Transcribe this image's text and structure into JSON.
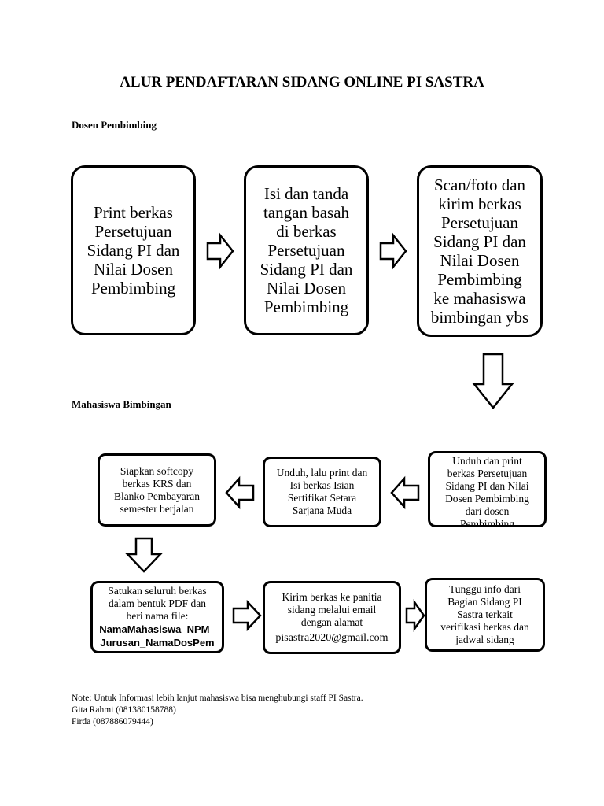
{
  "title": "ALUR PENDAFTARAN SIDANG ONLINE PI SASTRA",
  "sections": {
    "dosen": "Dosen Pembimbing",
    "mahasiswa": "Mahasiswa Bimbingan"
  },
  "steps": {
    "d1": [
      "Print berkas",
      "Persetujuan",
      "Sidang PI dan",
      "Nilai Dosen",
      "Pembimbing"
    ],
    "d2": [
      "Isi dan tanda",
      "tangan basah",
      "di berkas",
      "Persetujuan",
      "Sidang PI dan",
      "Nilai Dosen",
      "Pembimbing"
    ],
    "d3": [
      "Scan/foto dan",
      "kirim berkas",
      "Persetujuan",
      "Sidang PI dan",
      "Nilai Dosen",
      "Pembimbing",
      "ke mahasiswa",
      "bimbingan ybs"
    ],
    "m1": [
      "Unduh dan print",
      "berkas Persetujuan",
      "Sidang PI dan Nilai",
      "Dosen Pembimbing",
      "dari dosen",
      "Pembimbing"
    ],
    "m2": [
      "Unduh, lalu print dan",
      "Isi berkas Isian",
      "Sertifikat Setara",
      "Sarjana Muda"
    ],
    "m3": [
      "Siapkan softcopy",
      "berkas KRS dan",
      "Blanko Pembayaran",
      "semester berjalan"
    ],
    "m4": [
      "Satukan seluruh berkas",
      "dalam bentuk PDF dan",
      "beri nama file:"
    ],
    "m4_filename": [
      "NamaMahasiswa_NPM_",
      "Jurusan_NamaDosPem"
    ],
    "m5": [
      "Kirim berkas ke panitia",
      "sidang melalui email",
      "dengan alamat"
    ],
    "m5_email": "pisastra2020@gmail.com",
    "m6": [
      "Tunggu info dari",
      "Bagian Sidang PI",
      "Sastra terkait",
      "verifikasi berkas dan",
      "jadwal sidang"
    ]
  },
  "note": {
    "line1": "Note: Untuk Informasi lebih lanjut mahasiswa bisa menghubungi staff PI Sastra.",
    "line2": "Gita Rahmi (081380158788)",
    "line3": "Firda (087886079444)"
  }
}
